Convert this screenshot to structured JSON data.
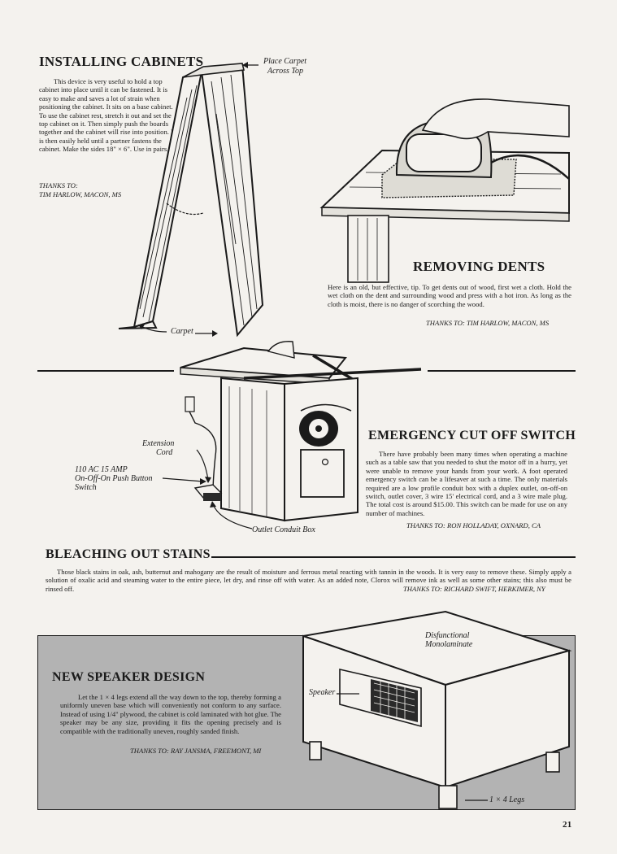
{
  "cabinets": {
    "title": "INSTALLING CABINETS",
    "body": "This device is very useful to hold a top cabinet into place until it can be fastened. It is easy to make and saves a lot of strain when positioning the cabinet. It sits on a base cabinet. To use the cabinet rest, stretch it out and set the top cabinet on it. Then simply push the boards together and the cabinet will rise into position. It is then easily held until a partner fastens the cabinet. Make the sides 18\" × 6\". Use in pairs.",
    "thanks_label": "THANKS TO:",
    "thanks_name": "TIM HARLOW, MACON, MS",
    "label_top": "Place Carpet",
    "label_top2": "Across Top",
    "label_carpet": "Carpet"
  },
  "dents": {
    "title": "REMOVING DENTS",
    "body": "Here is an old, but effective, tip. To get dents out of wood, first wet a cloth. Hold the wet cloth on the dent and surrounding wood and press with a hot iron. As long as the cloth is moist, there is no danger of scorching the wood.",
    "thanks": "THANKS TO: TIM HARLOW, MACON, MS"
  },
  "switch": {
    "title": "EMERGENCY CUT OFF SWITCH",
    "body": "There have probably been many times when operating a machine such as a table saw that you needed to shut the motor off in a hurry, yet were unable to remove your hands from your work. A foot operated emergency switch can be a lifesaver at such a time. The only materials required are a low profile conduit box with a duplex outlet, on-off-on switch, outlet cover, 3 wire 15' electrical cord, and a 3 wire male plug. The total cost is around $15.00. This switch can be made for use on any number of machines.",
    "thanks": "THANKS TO: RON HOLLADAY, OXNARD, CA",
    "label_cord1": "Extension",
    "label_cord2": "Cord",
    "label_switch1": "110 AC 15 AMP",
    "label_switch2": "On-Off-On Push Button",
    "label_switch3": "Switch",
    "label_box": "Outlet Conduit Box"
  },
  "stains": {
    "title": "BLEACHING OUT STAINS",
    "body": "Those black stains in oak, ash, butternut and mahogany are the result of moisture and ferrous metal reacting with tannin in the woods. It is very easy to remove these. Simply apply a solution of oxalic acid and steaming water to the entire piece, let dry, and rinse off with water. As an added note, Clorox will remove ink as well as some other stains; this also must be rinsed off.",
    "thanks": "THANKS TO: RICHARD SWIFT, HERKIMER, NY"
  },
  "speaker": {
    "title": "NEW SPEAKER DESIGN",
    "body": "Let the 1 × 4 legs extend all the way down to the top, thereby forming a uniformly uneven base which will conveniently not conform to any surface. Instead of using 1/4\" plywood, the cabinet is cold laminated with hot glue. The speaker may be any size, providing it fits the opening precisely and is compatible with the traditionally uneven, roughly sanded finish.",
    "thanks": "THANKS TO: RAY JANSMA, FREEMONT, MI",
    "label_mono1": "Disfunctional",
    "label_mono2": "Monolaminate",
    "label_speaker": "Speaker",
    "label_legs": "1 × 4 Legs"
  },
  "page_number": "21",
  "colors": {
    "panel_gray": "#b3b3b3",
    "ink": "#1a1a1a",
    "paper": "#f4f2ee"
  }
}
